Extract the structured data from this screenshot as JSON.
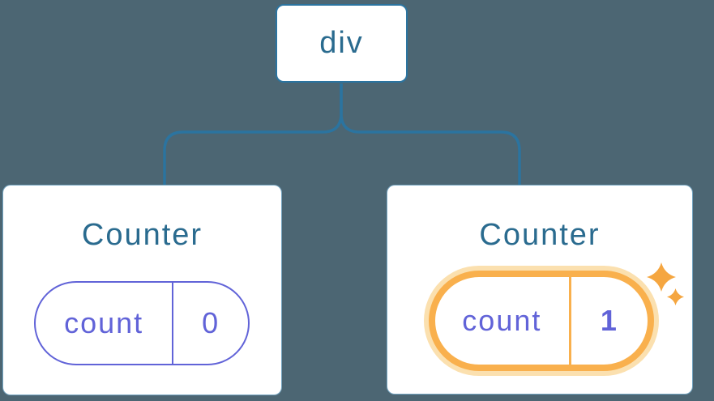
{
  "diagram": {
    "description": "React component tree with state",
    "tree": {
      "root": {
        "label": "div"
      },
      "children": [
        {
          "title": "Counter",
          "state": {
            "key": "count",
            "value": "0"
          },
          "highlighted": false
        },
        {
          "title": "Counter",
          "state": {
            "key": "count",
            "value": "1"
          },
          "highlighted": true
        }
      ]
    },
    "icons": [
      {
        "name": "sparkle-large-icon",
        "meaning": "state just updated"
      },
      {
        "name": "sparkle-small-icon",
        "meaning": "state just updated"
      }
    ],
    "colors": {
      "background": "#4C6673",
      "connector_blue": "#2B74A0",
      "label_blue": "#2A6B8F",
      "state_purple": "#6163D8",
      "highlight_orange": "#F9B04D",
      "highlight_halo": "#FBE0AF",
      "sparkle_orange": "#F5A640",
      "card_background": "#FFFFFF"
    }
  }
}
